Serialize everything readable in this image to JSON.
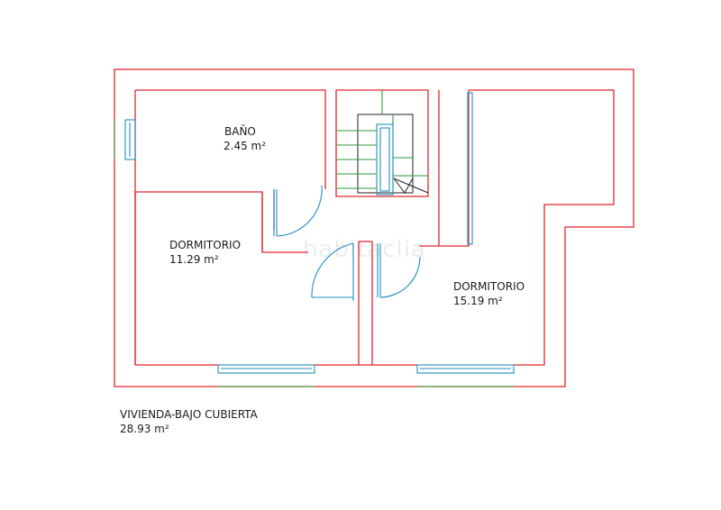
{
  "plan": {
    "rooms": [
      {
        "id": "bano",
        "name": "BAÑO",
        "area": "2.45 m²"
      },
      {
        "id": "dorm1",
        "name": "DORMITORIO",
        "area": "11.29 m²"
      },
      {
        "id": "dorm2",
        "name": "DORMITORIO",
        "area": "15.19 m²"
      }
    ],
    "summary": {
      "name": "VIVIENDA-BAJO CUBIERTA",
      "area": "28.93 m²"
    },
    "watermark": "habitaclia",
    "colors": {
      "walls": "#e2262c",
      "glazing": "#1f8fbf",
      "stairs": "#2c9a3a",
      "background": "#ffffff"
    }
  }
}
